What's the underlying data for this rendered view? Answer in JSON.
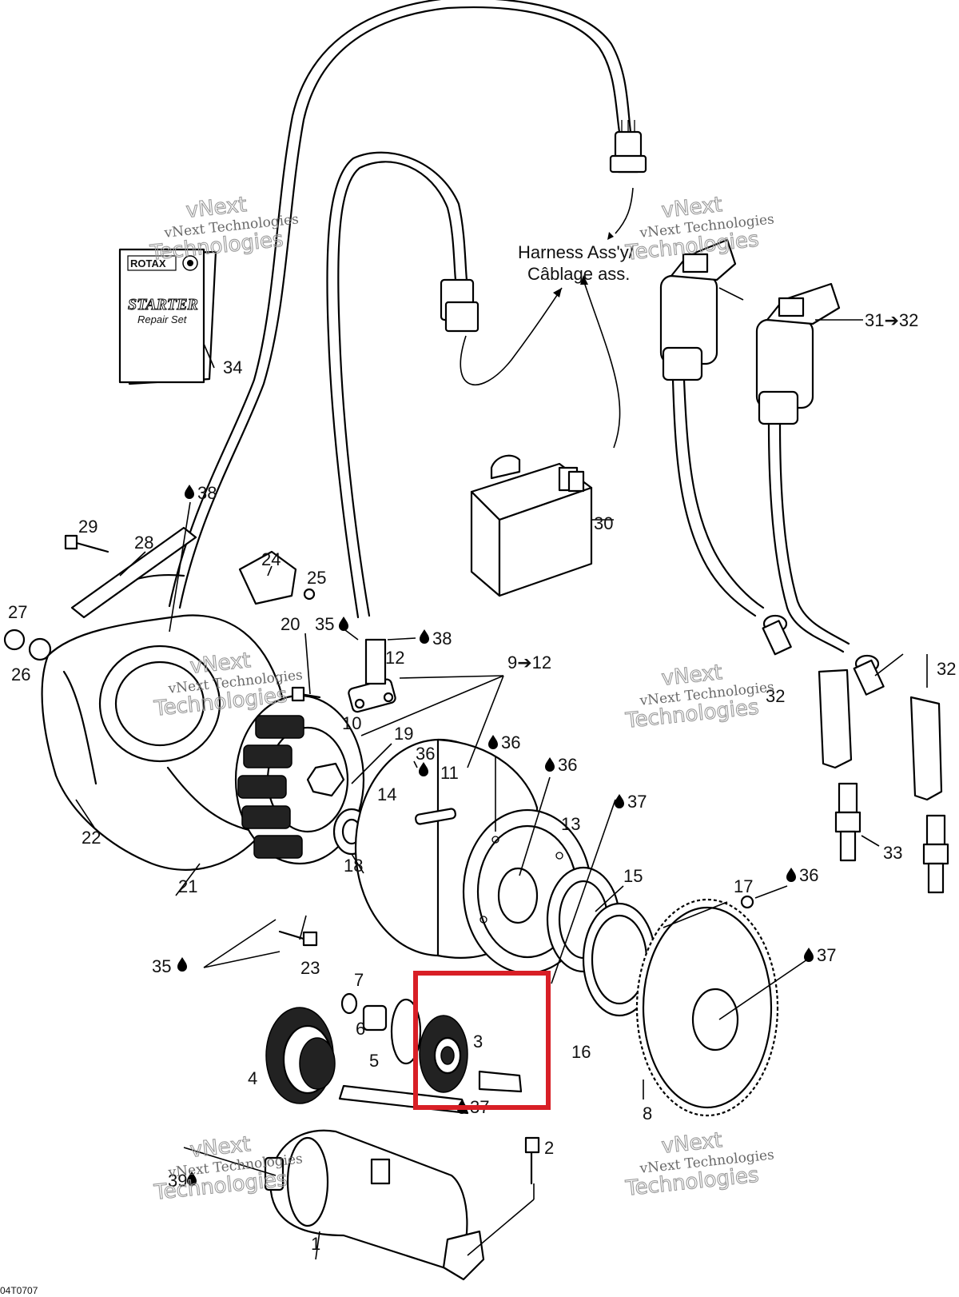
{
  "harness": {
    "line1": "Harness Ass'y/",
    "line2": "Câblage ass."
  },
  "kit": {
    "brand": "ROTAX",
    "title": "STARTER",
    "subtitle": "Repair Set"
  },
  "watermark": {
    "line1": "vNext Technologies",
    "line2": "vNext",
    "line3": "Technologies"
  },
  "code": "04T0707",
  "oil_drop_symbol": "drop-icon",
  "callouts": {
    "c1": "1",
    "c2": "2",
    "c3": "3",
    "c4": "4",
    "c5": "5",
    "c6": "6",
    "c7": "7",
    "c8": "8",
    "c9_12": "9➔12",
    "c10": "10",
    "c11": "11",
    "c12": "12",
    "c13": "13",
    "c14": "14",
    "c15": "15",
    "c16": "16",
    "c17": "17",
    "c18": "18",
    "c19": "19",
    "c20": "20",
    "c21": "21",
    "c22": "22",
    "c23": "23",
    "c24": "24",
    "c25": "25",
    "c26": "26",
    "c27": "27",
    "c28": "28",
    "c29": "29",
    "c30": "30",
    "c31_32": "31➔32",
    "c32a": "32",
    "c32b": "32",
    "c33": "33",
    "c34": "34",
    "c35a": "35",
    "c35b": "35",
    "c36a": "36",
    "c36b": "36",
    "c36c": "36",
    "c36d": "36",
    "c37a": "37",
    "c37b": "37",
    "c37c": "37",
    "c38a": "38",
    "c38b": "38",
    "c39": "39"
  },
  "highlight": {
    "color": "#d81f26",
    "target_part": "3"
  }
}
